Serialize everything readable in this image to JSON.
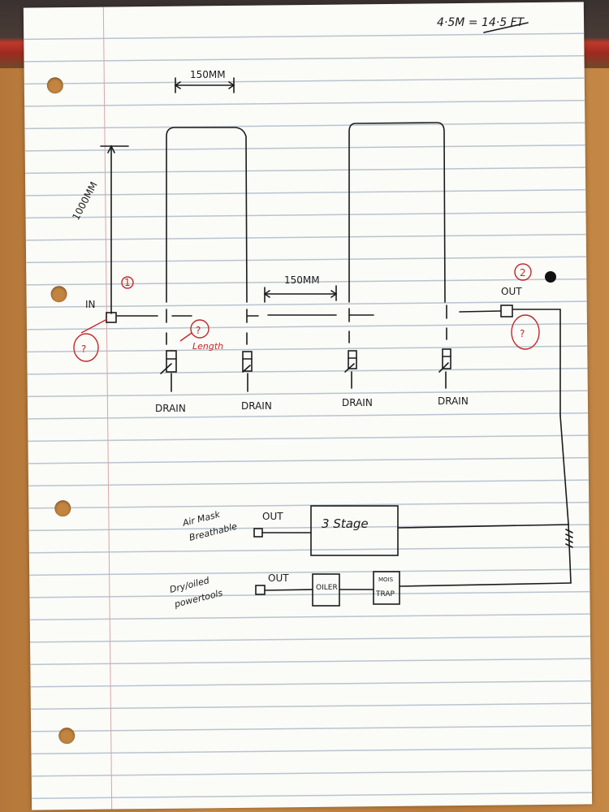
{
  "header_note": "4·5M = 14·5 FT",
  "dimensions": {
    "riser_height": "1000MM",
    "spacing_top": "150MM",
    "spacing_mid": "150MM"
  },
  "inlet": {
    "number": "1",
    "label": "IN",
    "question": "?"
  },
  "length_note": {
    "question": "?",
    "text": "Length"
  },
  "outlet": {
    "number": "2",
    "label": "OUT",
    "question": "?"
  },
  "drains": [
    "DRAIN",
    "DRAIN",
    "DRAIN",
    "DRAIN"
  ],
  "air_mask": {
    "label_line1": "Air Mask",
    "label_line2": "Breathable",
    "out_label": "OUT",
    "filter_label": "3 Stage"
  },
  "tools": {
    "label_line1": "Dry/oiled",
    "label_line2": "powertools",
    "out_label": "OUT",
    "oiler_label": "OILER",
    "trap_line1": "MOIS",
    "trap_line2": "TRAP"
  },
  "colors": {
    "ink": "#1b1b1b",
    "annotation_red": "#c1272d",
    "paper": "#fbfbf8"
  }
}
